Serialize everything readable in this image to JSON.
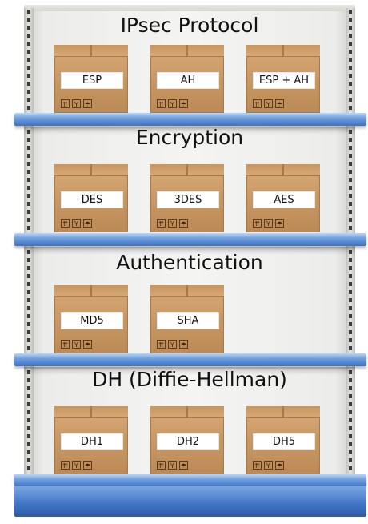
{
  "shelves": [
    {
      "title": "IPsec Protocol",
      "boxes": [
        "ESP",
        "AH",
        "ESP + AH"
      ]
    },
    {
      "title": "Encryption",
      "boxes": [
        "DES",
        "3DES",
        "AES"
      ]
    },
    {
      "title": "Authentication",
      "boxes": [
        "MD5",
        "SHA"
      ]
    },
    {
      "title": "DH (Diffie-Hellman)",
      "boxes": [
        "DH1",
        "DH2",
        "DH5"
      ]
    }
  ],
  "box_symbols": [
    "upright-arrows-icon",
    "fragile-glass-icon",
    "keep-dry-umbrella-icon"
  ],
  "colors": {
    "shelf_blue": "#3d72c4",
    "box_cardboard": "#c79661",
    "rack_white": "#f4f4f2"
  }
}
